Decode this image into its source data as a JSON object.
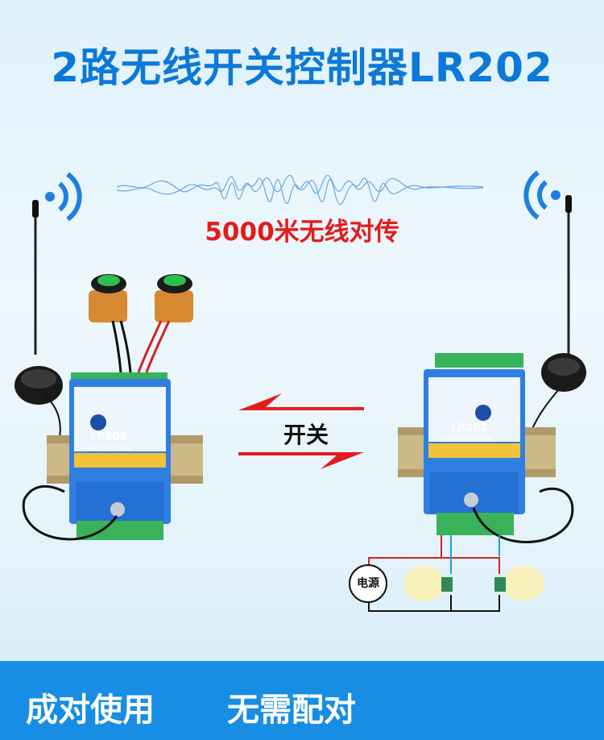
{
  "title": "2路无线开关控制器LR202",
  "range_label": "5000米无线对传",
  "arrow_label": "开关",
  "device": {
    "model": "LR202",
    "subtitle": "无线对传开关控制器"
  },
  "power_label": "电源",
  "footer": {
    "left_text": "成对使用",
    "right_text": "无需配对"
  },
  "colors": {
    "title": "#0c79d8",
    "range": "#e51b1b",
    "footer": "#178de3",
    "device": "#2f7fe3",
    "terminal": "#2fbf5a"
  },
  "icons": [
    "wifi-signal-icon-left",
    "wifi-signal-icon-right",
    "sound-wave-icon",
    "arrow-left-icon",
    "arrow-right-icon",
    "bulb-icon"
  ]
}
